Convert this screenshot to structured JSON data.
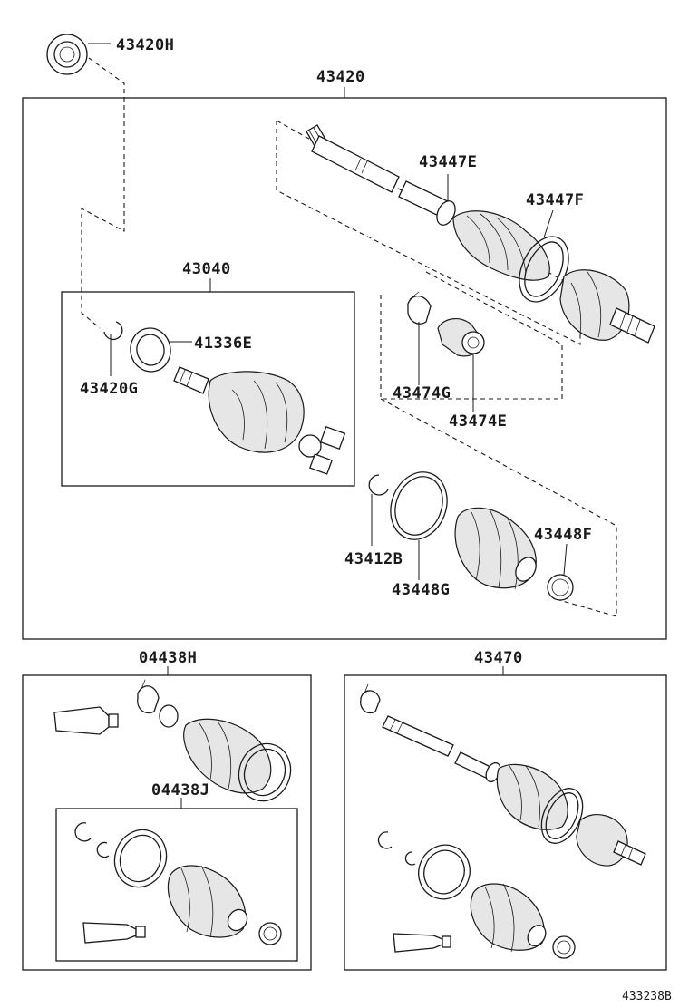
{
  "labels": {
    "p43420H": "43420H",
    "p43420": "43420",
    "p43447E": "43447E",
    "p43447F": "43447F",
    "p43040": "43040",
    "p41336E": "41336E",
    "p43420G": "43420G",
    "p43474G": "43474G",
    "p43474E": "43474E",
    "p43412B": "43412B",
    "p43448F": "43448F",
    "p43448G": "43448G",
    "p04438H": "04438H",
    "p04438J": "04438J",
    "p43470": "43470",
    "diagram_id": "433238B"
  }
}
